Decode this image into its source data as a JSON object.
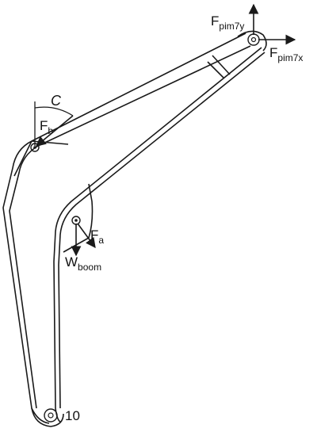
{
  "labels": {
    "fpim7y": {
      "main": "F",
      "sub": "pim7y"
    },
    "fpim7x": {
      "main": "F",
      "sub": "pim7x"
    },
    "angle_c": "C",
    "fb": {
      "main": "F",
      "sub": "b"
    },
    "fa": {
      "main": "F",
      "sub": "a"
    },
    "wboom": {
      "main": "W",
      "sub": "boom"
    },
    "pin_number": "10"
  },
  "colors": {
    "line": "#1a1a1a",
    "background": "#ffffff"
  }
}
